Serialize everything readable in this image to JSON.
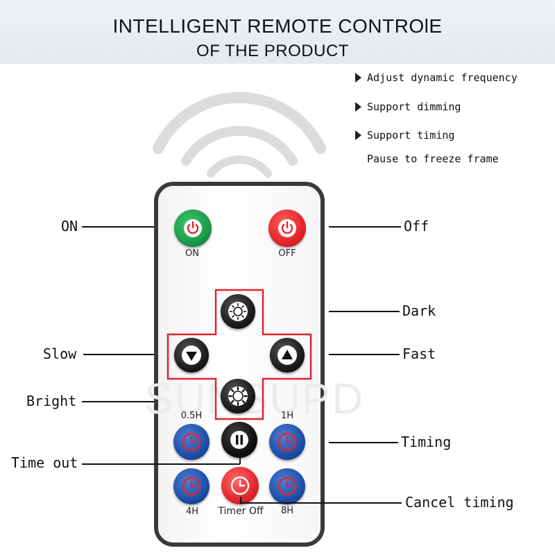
{
  "header": {
    "title_line1": "INTELLIGENT REMOTE CONTROlE",
    "title_line2": "OF THE PRODUCT"
  },
  "features": [
    "Adjust dynamic frequency",
    "Support dimming",
    "Support timing",
    "Pause to freeze frame"
  ],
  "watermark": "SUNSUPD",
  "remote": {
    "on_label": "ON",
    "off_label": "OFF",
    "timer_labels": {
      "t05": "0.5H",
      "t1": "1H",
      "t4": "4H",
      "t8": "8H",
      "timer_off": "Timer Off"
    },
    "pause_glyph": "II"
  },
  "callouts": {
    "on": "ON",
    "off": "Off",
    "dark": "Dark",
    "slow": "Slow",
    "fast": "Fast",
    "bright": "Bright",
    "timing": "Timing",
    "time_out": "Time out",
    "cancel_timing": "Cancel timing"
  },
  "colors": {
    "on_green": "#1f9a4a",
    "off_red": "#e3262c",
    "timer_blue": "#1d4fa8",
    "dark_button": "#1c1c1c",
    "highlight_red": "#e0242b"
  }
}
